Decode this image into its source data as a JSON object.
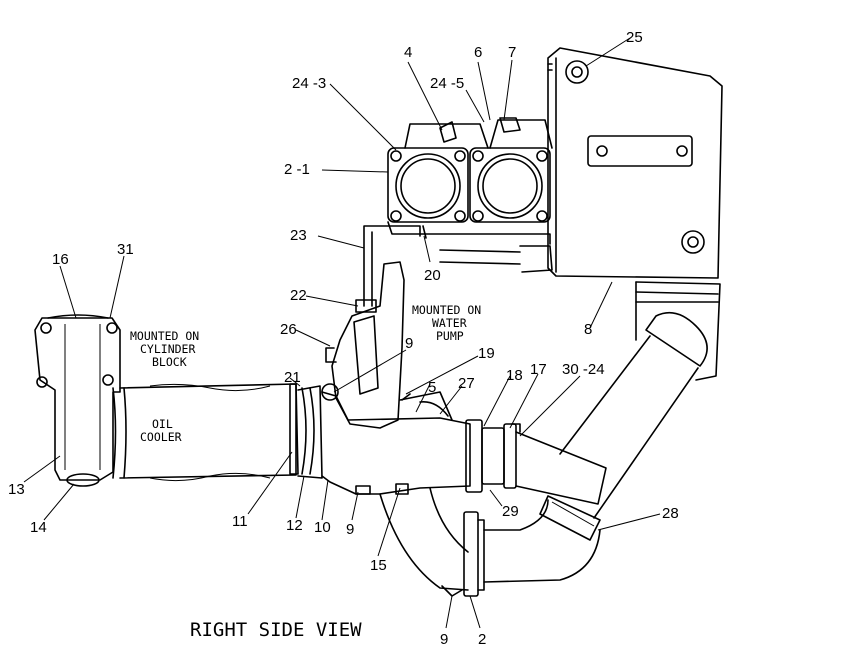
{
  "notes": {
    "cylinder_block": [
      "MOUNTED ON",
      "CYLINDER",
      "BLOCK"
    ],
    "water_pump": [
      "MOUNTED ON",
      "WATER",
      "PUMP"
    ],
    "oil_cooler": [
      "OIL",
      "COOLER"
    ]
  },
  "title": "RIGHT SIDE VIEW",
  "callouts": [
    {
      "id": "c-25",
      "text": "25"
    },
    {
      "id": "c-4",
      "text": "4"
    },
    {
      "id": "c-6",
      "text": "6"
    },
    {
      "id": "c-7",
      "text": "7"
    },
    {
      "id": "c-24-3",
      "text": "24 -3"
    },
    {
      "id": "c-24-5",
      "text": "24 -5"
    },
    {
      "id": "c-2-1",
      "text": "2 -1"
    },
    {
      "id": "c-23",
      "text": "23"
    },
    {
      "id": "c-20",
      "text": "20"
    },
    {
      "id": "c-16",
      "text": "16"
    },
    {
      "id": "c-31",
      "text": "31"
    },
    {
      "id": "c-22",
      "text": "22"
    },
    {
      "id": "c-26",
      "text": "26"
    },
    {
      "id": "c-8",
      "text": "8"
    },
    {
      "id": "c-9a",
      "text": "9"
    },
    {
      "id": "c-19",
      "text": "19"
    },
    {
      "id": "c-21",
      "text": "21"
    },
    {
      "id": "c-5",
      "text": "5"
    },
    {
      "id": "c-27",
      "text": "27"
    },
    {
      "id": "c-18",
      "text": "18"
    },
    {
      "id": "c-17",
      "text": "17"
    },
    {
      "id": "c-30-24",
      "text": "30 -24"
    },
    {
      "id": "c-13",
      "text": "13"
    },
    {
      "id": "c-14",
      "text": "14"
    },
    {
      "id": "c-11",
      "text": "11"
    },
    {
      "id": "c-12",
      "text": "12"
    },
    {
      "id": "c-10",
      "text": "10"
    },
    {
      "id": "c-9b",
      "text": "9"
    },
    {
      "id": "c-29",
      "text": "29"
    },
    {
      "id": "c-28",
      "text": "28"
    },
    {
      "id": "c-15",
      "text": "15"
    },
    {
      "id": "c-9c",
      "text": "9"
    },
    {
      "id": "c-2",
      "text": "2"
    }
  ]
}
